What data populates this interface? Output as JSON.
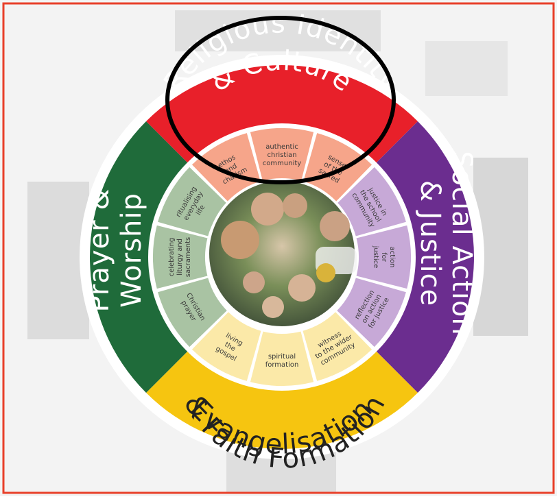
{
  "diagram": {
    "title_segments": {
      "top": {
        "label_line1": "Religious Identity",
        "label_line2": "& Culture",
        "color": "#e8202a"
      },
      "right": {
        "label_line1": "Social Action",
        "label_line2": "& Justice",
        "color": "#6b2d8f"
      },
      "bottom": {
        "label_line1": "Evangelisation",
        "label_line2": "& Faith Formation",
        "color": "#f6c510"
      },
      "left": {
        "label_line1": "Prayer &",
        "label_line2": "Worship",
        "color": "#1f6b3a"
      }
    },
    "inner_segments": {
      "top": [
        [
          "ethos",
          "and",
          "charism"
        ],
        [
          "authentic",
          "christian",
          "community"
        ],
        [
          "sense",
          "of the",
          "sacred"
        ]
      ],
      "right": [
        [
          "justice in",
          "the school",
          "community"
        ],
        [
          "action",
          "for",
          "justice"
        ],
        [
          "reflection",
          "on action",
          "for justice"
        ]
      ],
      "bottom": [
        [
          "witness",
          "to the wider",
          "community"
        ],
        [
          "spiritual",
          "formation"
        ],
        [
          "living",
          "the",
          "gospel"
        ]
      ],
      "left": [
        [
          "Christian",
          "prayer"
        ],
        [
          "celebrating",
          "liturgy and",
          "sacraments"
        ],
        [
          "ritualising",
          "everyday",
          "life"
        ]
      ]
    },
    "inner_colors": {
      "top": "#f6a58a",
      "right": "#c7a9d7",
      "bottom": "#fbe9a8",
      "left": "#a9c3a3"
    },
    "center_photo": "students-photo",
    "highlight": {
      "shape": "ellipse",
      "color": "#000000"
    },
    "frame_color": "#e8402a"
  }
}
